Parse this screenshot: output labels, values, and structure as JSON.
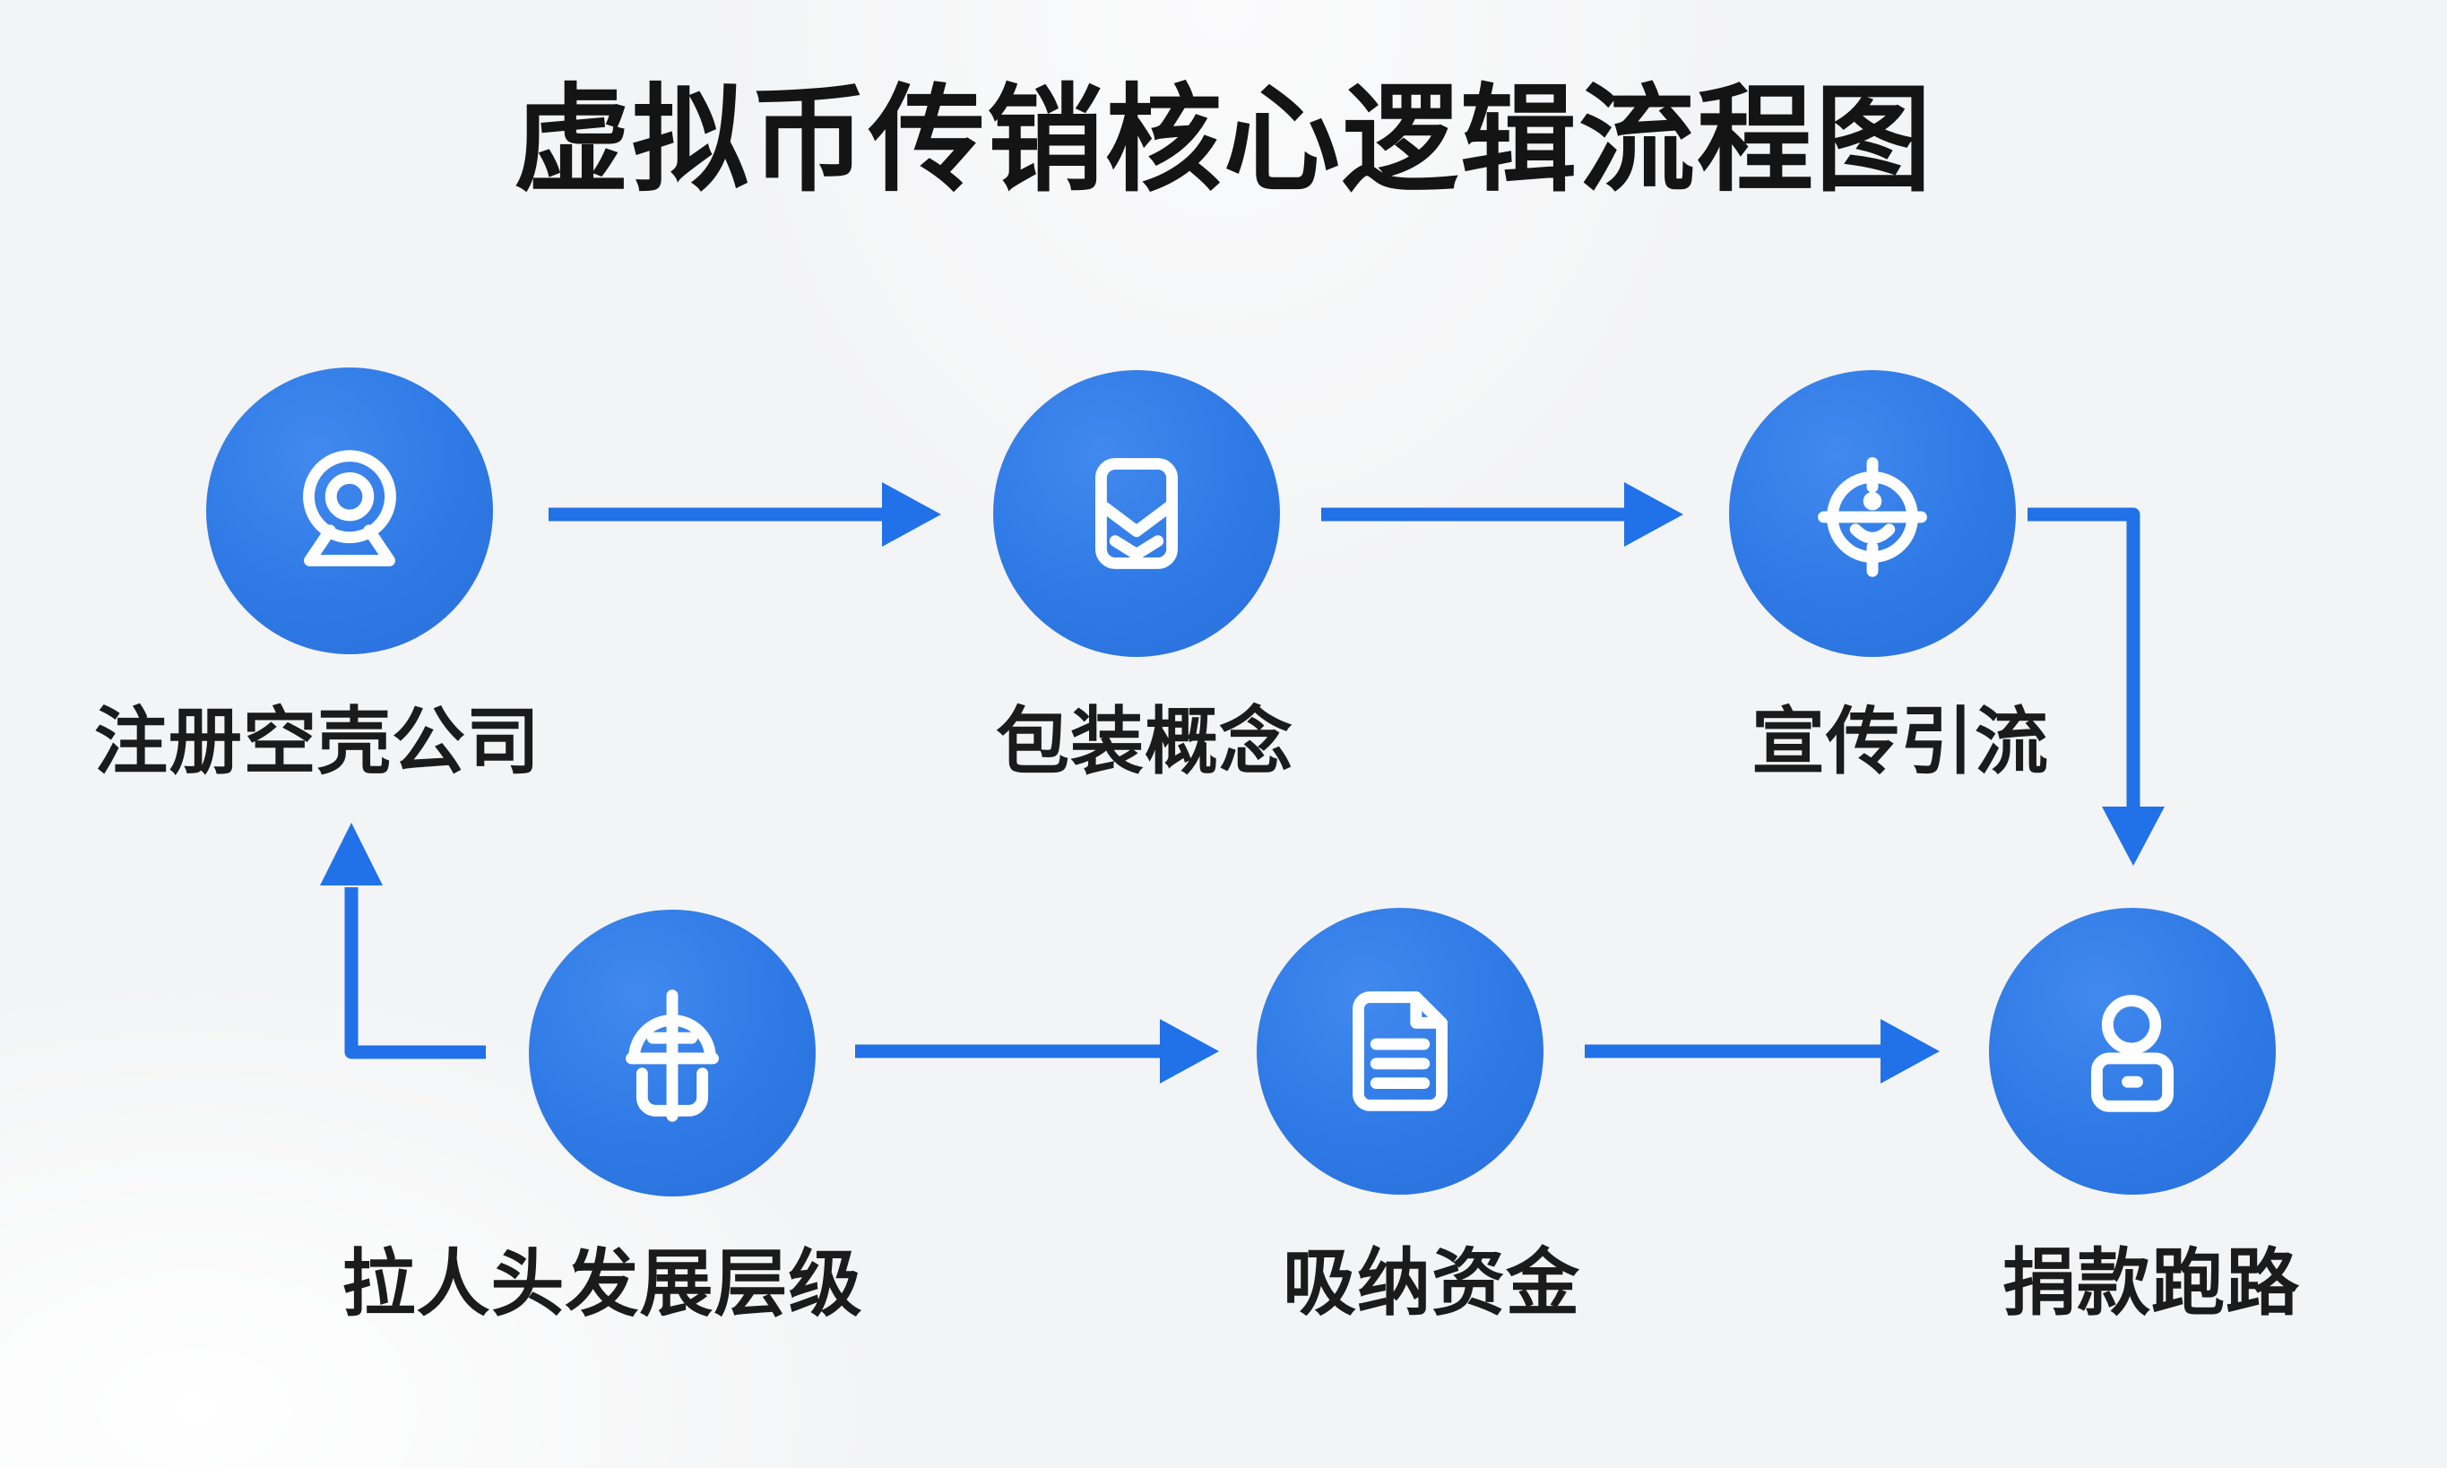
{
  "title": "虚拟币传销核心逻辑流程图",
  "colors": {
    "node_fill": "#2e79e5",
    "arrow": "#2171e8",
    "background": "#f3f4f5",
    "text": "#1b1b1b"
  },
  "nodes": [
    {
      "id": "register-shell-company",
      "label": "注册空壳公司",
      "icon": "webcam-icon"
    },
    {
      "id": "package-concept",
      "label": "包装概念",
      "icon": "package-chevron-icon"
    },
    {
      "id": "promote-attract",
      "label": "宣传引流",
      "icon": "target-face-icon"
    },
    {
      "id": "recruit-hierarchy",
      "label": "拉人头发展层级",
      "icon": "umbrella-basket-icon"
    },
    {
      "id": "absorb-funds",
      "label": "吸纳资金",
      "icon": "document-icon"
    },
    {
      "id": "abscond-run-away",
      "label": "捐款跑路",
      "icon": "person-laptop-icon"
    }
  ],
  "edges": [
    {
      "from": "注册空壳公司",
      "to": "包装概念"
    },
    {
      "from": "包装概念",
      "to": "宣传引流"
    },
    {
      "from": "宣传引流",
      "to": "捐款跑路"
    },
    {
      "from": "拉人头发展层级",
      "to": "吸纳资金"
    },
    {
      "from": "吸纳资金",
      "to": "捐款跑路"
    },
    {
      "from": "拉人头发展层级",
      "to": "注册空壳公司"
    }
  ]
}
